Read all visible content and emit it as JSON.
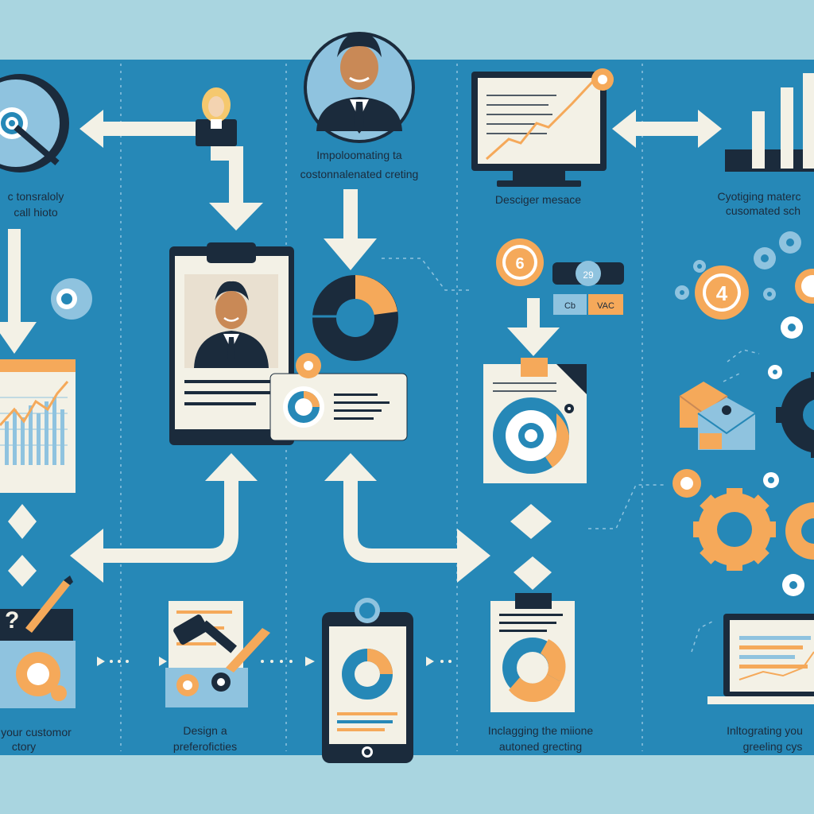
{
  "theme": {
    "background": "#a9d5e0",
    "panel": "#2688b7",
    "navy": "#1b2b3c",
    "orange": "#f5a95a",
    "cream": "#f3f1e6",
    "light_blue": "#8fc3df",
    "white": "#ffffff"
  },
  "labels": {
    "top_left": [
      "c tonsraloly",
      "call hioto"
    ],
    "top_center": [
      "Impoloomating ta",
      "costonnalenated creting"
    ],
    "top_right_center": [
      "Desciger mesace"
    ],
    "top_far_right": [
      "Cyotiging materc",
      "cusomated sch"
    ],
    "bottom_left": [
      "y your customor",
      "ctory"
    ],
    "bottom_center_left": [
      "Design a",
      "preferoficties"
    ],
    "bottom_center_right": [
      "Inclagging the miione",
      "autoned grecting"
    ],
    "bottom_right": [
      "Inltograting you",
      "greeling cys"
    ]
  },
  "badges": {
    "small_number": "29",
    "tag_left": "Cb",
    "tag_right": "VAC",
    "gear_number": "4",
    "coin_number": "6"
  },
  "icons": [
    "target-icon",
    "person-avatar-icon",
    "chart-monitor-icon",
    "bar-chart-icon",
    "id-card-icon",
    "donut-chart-icon",
    "tablet-icon",
    "clipboard-icon",
    "gear-icon",
    "laptop-icon",
    "envelope-icon",
    "pencil-icon"
  ]
}
